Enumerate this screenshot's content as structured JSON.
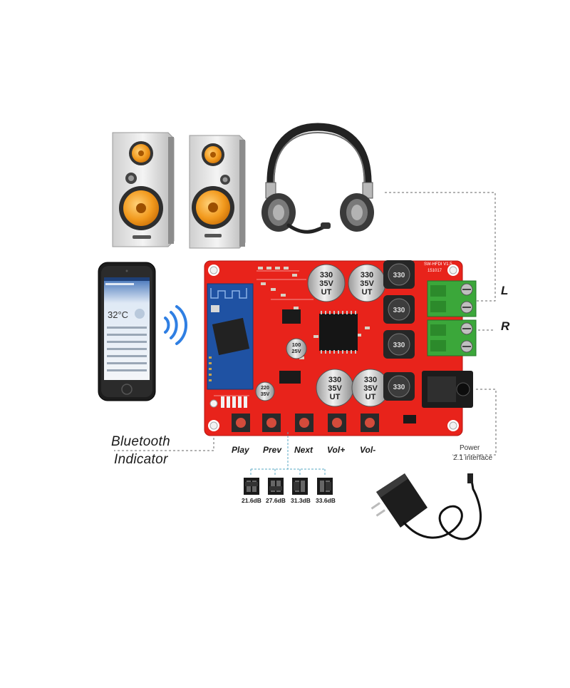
{
  "phone": {
    "temperature": "32°C"
  },
  "capacitors": {
    "large": [
      "330",
      "35V",
      "UT"
    ],
    "small_a": [
      "100",
      "25V"
    ],
    "small_b": [
      "220",
      "35V"
    ]
  },
  "inductor_marking": "330",
  "board_title": [
    "SW-HFDI V1.5",
    "151017"
  ],
  "button_labels": [
    "Play",
    "Prev",
    "Next",
    "Vol+",
    "Vol-"
  ],
  "channel_labels": {
    "left": "L",
    "right": "R"
  },
  "bluetooth_label": [
    "Bluetooth",
    "Indicator"
  ],
  "power_label": [
    "Power",
    "2.1 interface"
  ],
  "gain_options": [
    "21.6dB",
    "27.6dB",
    "31.3dB",
    "33.6dB"
  ],
  "colors": {
    "pcb": "#e8231b",
    "terminal": "#3ba73a",
    "speaker_cone": "#f29a1e",
    "wifi_icon": "#2f7fe3"
  }
}
